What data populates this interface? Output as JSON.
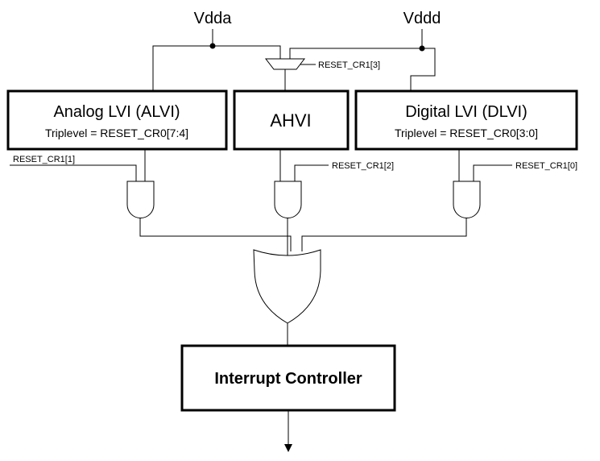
{
  "rails": {
    "analog": "Vdda",
    "digital": "Vddd"
  },
  "blocks": {
    "alvi": {
      "title": "Analog LVI (ALVI)",
      "subtitle": "Triplevel = RESET_CR0[7:4]"
    },
    "ahvi": {
      "title": "AHVI"
    },
    "dlvi": {
      "title": "Digital LVI (DLVI)",
      "subtitle": "Triplevel = RESET_CR0[3:0]"
    },
    "controller": {
      "title": "Interrupt Controller"
    }
  },
  "signals": {
    "mux_select": "RESET_CR1[3]",
    "alvi_enable": "RESET_CR1[1]",
    "ahvi_enable": "RESET_CR1[2]",
    "dlvi_enable": "RESET_CR1[0]"
  }
}
